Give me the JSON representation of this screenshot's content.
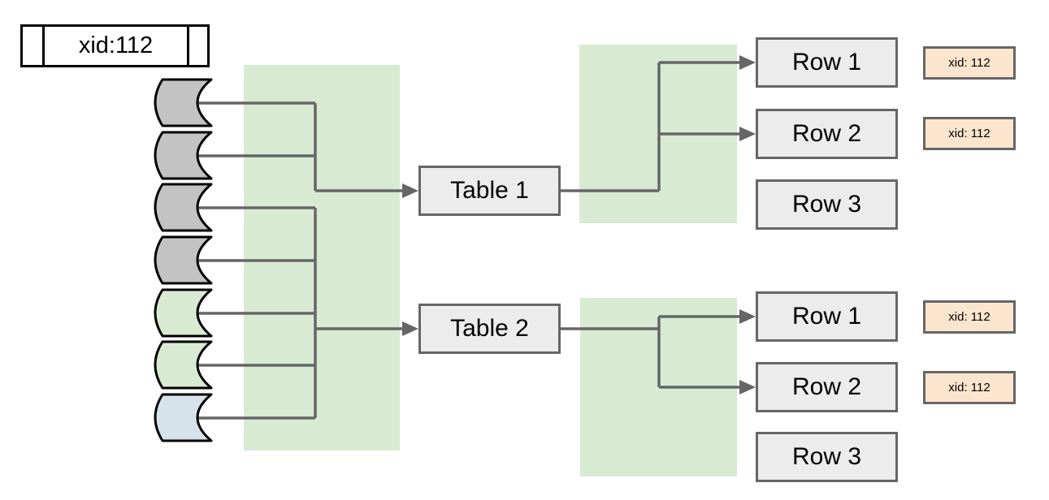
{
  "colors": {
    "line": "#666666",
    "box_fill": "#ececec",
    "box_border": "#666666",
    "highlight_green": "#d9ead3",
    "badge_fill": "#fce5cd",
    "page_gray": "#c3c3c3",
    "page_green": "#d9ead3",
    "page_blue": "#d7e3ea",
    "shape_stroke": "#000000",
    "text": "#000000"
  },
  "transaction_box": {
    "label": "xid:112"
  },
  "pages": [
    {
      "name": "page-1",
      "color": "gray"
    },
    {
      "name": "page-2",
      "color": "gray"
    },
    {
      "name": "page-3",
      "color": "gray"
    },
    {
      "name": "page-4",
      "color": "gray"
    },
    {
      "name": "page-5",
      "color": "green"
    },
    {
      "name": "page-6",
      "color": "green"
    },
    {
      "name": "page-7",
      "color": "blue"
    }
  ],
  "tables": [
    {
      "label": "Table 1",
      "rows": [
        {
          "label": "Row 1",
          "badge": "xid: 112"
        },
        {
          "label": "Row 2",
          "badge": "xid: 112"
        },
        {
          "label": "Row 3"
        }
      ]
    },
    {
      "label": "Table 2",
      "rows": [
        {
          "label": "Row 1",
          "badge": "xid: 112"
        },
        {
          "label": "Row 2",
          "badge": "xid: 112"
        },
        {
          "label": "Row 3"
        }
      ]
    }
  ]
}
